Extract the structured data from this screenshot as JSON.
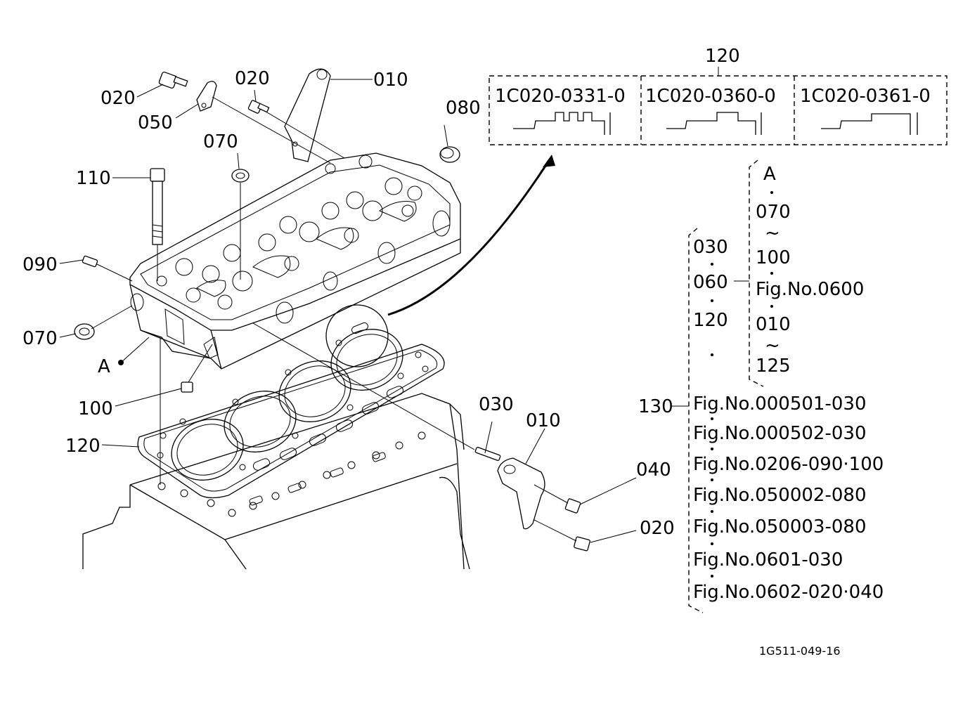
{
  "callouts": {
    "c010_top": "010",
    "c020_left": "020",
    "c020_mid": "020",
    "c050": "050",
    "c080": "080",
    "c070_top": "070",
    "c110": "110",
    "c090": "090",
    "c070_left": "070",
    "c_a": "A",
    "c100": "100",
    "c120": "120",
    "c030": "030",
    "c010_bottom": "010",
    "c040": "040",
    "c020_bottom": "020",
    "c130": "130"
  },
  "variants": {
    "title": "120",
    "items": [
      "1C020-0331-0",
      "1C020-0360-0",
      "1C020-0361-0"
    ]
  },
  "inner_group": [
    "030",
    "060",
    "120"
  ],
  "outer_group": [
    "A",
    "070",
    "~",
    "100",
    "Fig.No.0600",
    "010",
    "~",
    "125"
  ],
  "fig_refs": [
    "Fig.No.000501-030",
    "Fig.No.000502-030",
    "Fig.No.0206-090·100",
    "Fig.No.050002-080",
    "Fig.No.050003-080",
    "Fig.No.0601-030",
    "Fig.No.0602-020·040"
  ],
  "drawing_number": "1G511-049-16"
}
